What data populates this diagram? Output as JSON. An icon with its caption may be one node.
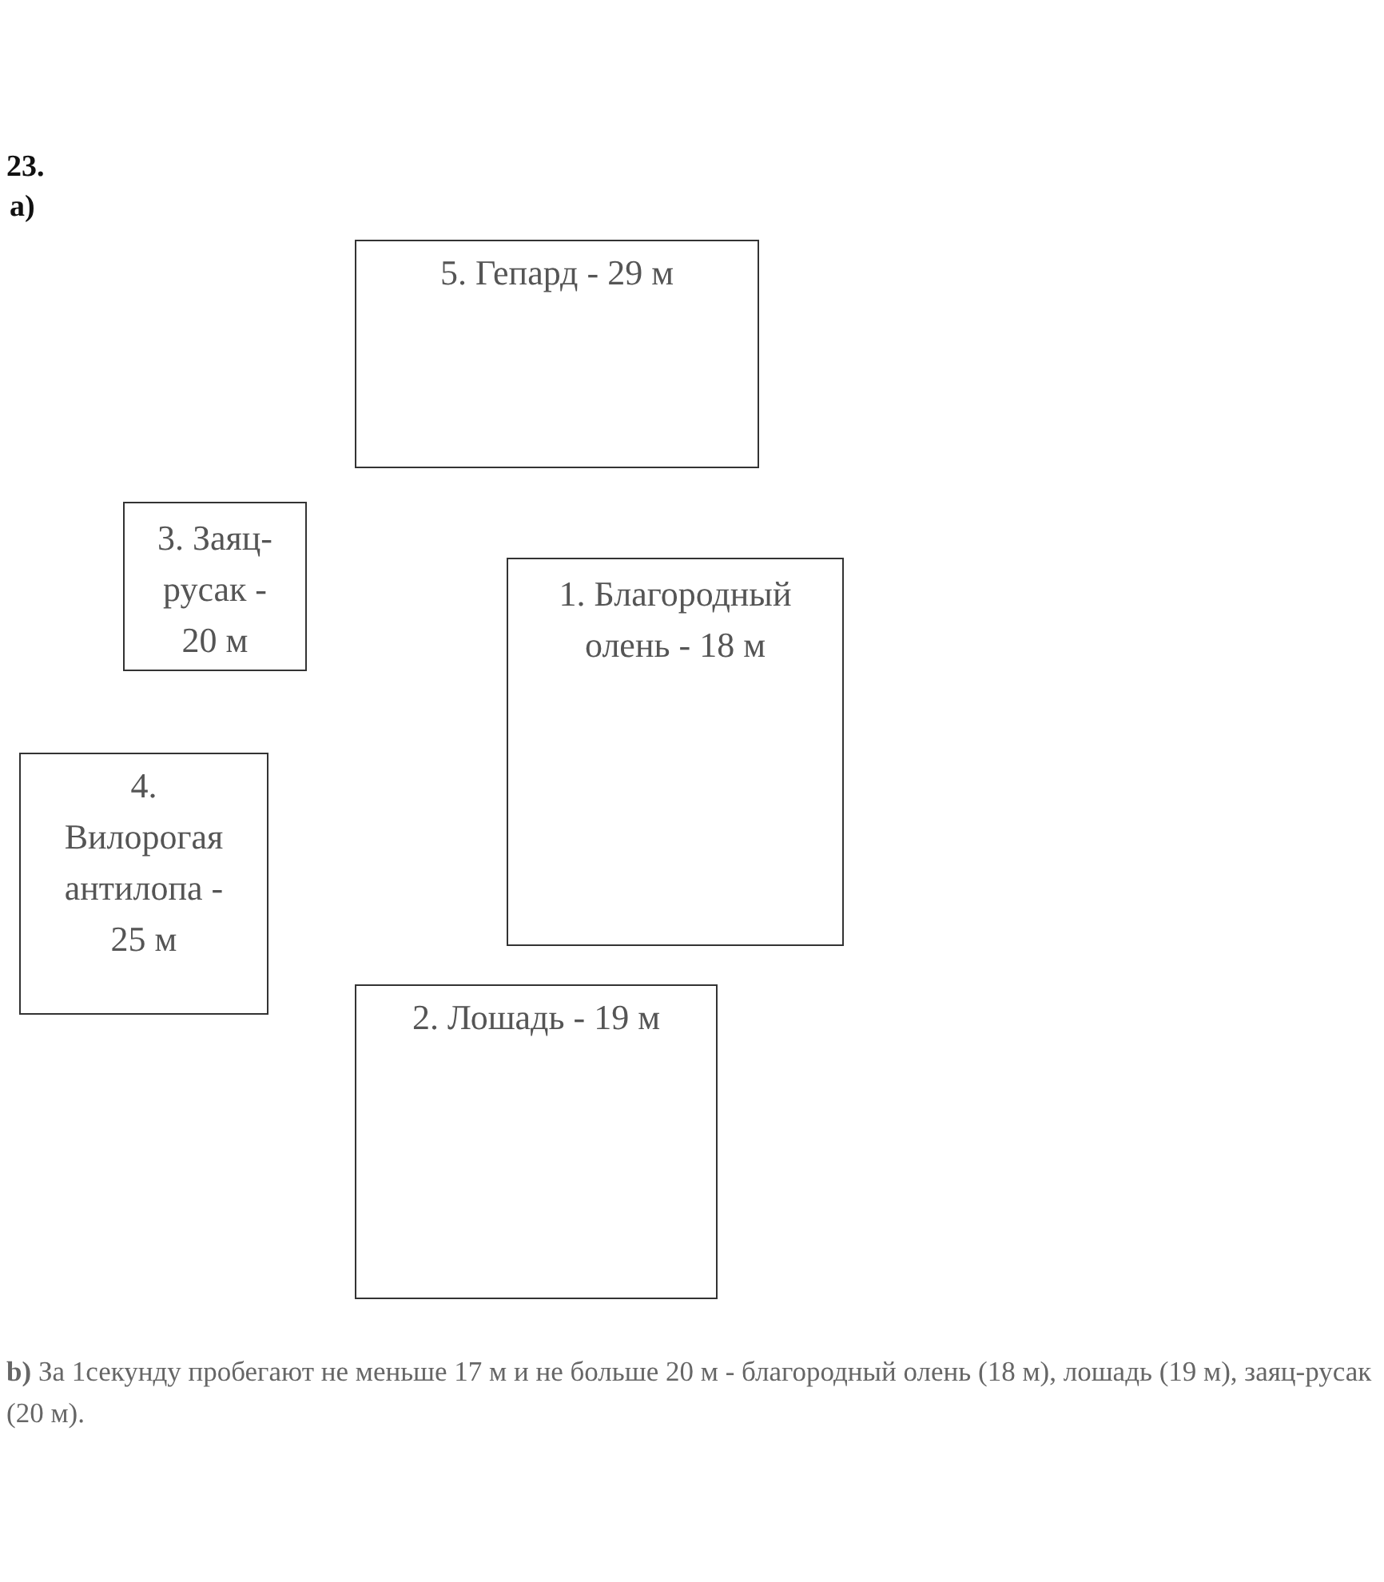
{
  "diagram": {
    "nodes": [
      {
        "text": [
          "5. Гепард - 29 м"
        ]
      },
      {
        "text": [
          "3. Заяц-русак - 20 м"
        ]
      },
      {
        "text": [
          "1. Благородный олень - 18 м"
        ]
      },
      {
        "text": [
          "4. Вилорогая антилопа - 25 м"
        ]
      },
      {
        "text": [
          "2. Лошадь - 19 м"
        ]
      }
    ],
    "edges": [],
    "labels": [
      "23.",
      "a)",
      "**b)** За 1секунду пробегают не меньше 17 м и не больше 20 м - благородный олень (18 м), лошадь (19 м), заяц-русак (20 м)."
    ]
  }
}
